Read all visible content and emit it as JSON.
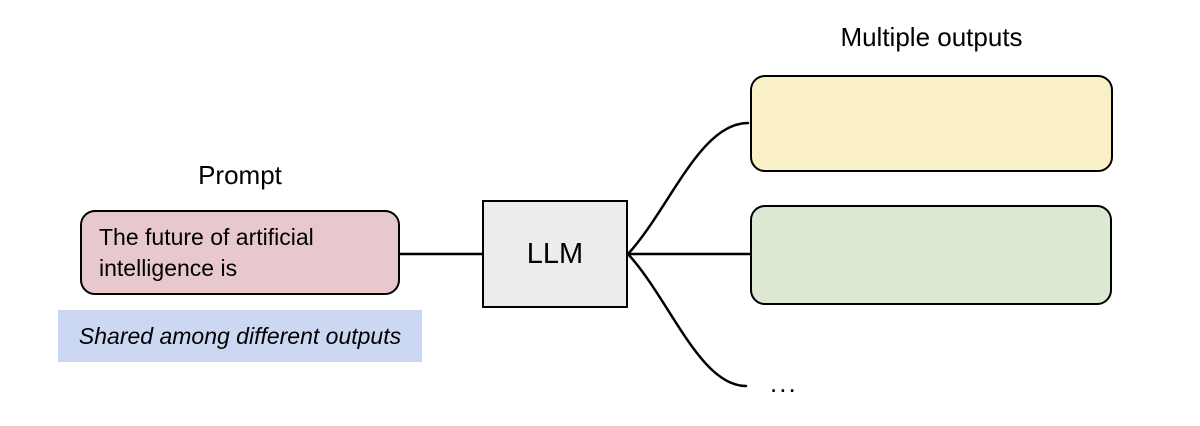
{
  "diagram": {
    "prompt": {
      "title": "Prompt",
      "box_text": "The future of artificial intelligence is",
      "note_text": "Shared among different outputs"
    },
    "llm": {
      "label": "LLM"
    },
    "outputs": {
      "title": "Multiple outputs",
      "ellipsis": "...",
      "boxes": [
        {
          "name": "output-1",
          "fill": "#faf0c8",
          "text": ""
        },
        {
          "name": "output-2",
          "fill": "#dde8d2",
          "text": ""
        }
      ]
    },
    "colors": {
      "prompt_fill": "#e7c9cd",
      "note_highlight_fill": "#ccd7f2",
      "llm_fill": "#ececec",
      "output_top_fill": "#faf0c8",
      "output_middle_fill": "#dde8d2",
      "stroke": "#000000",
      "background": "#ffffff"
    }
  }
}
